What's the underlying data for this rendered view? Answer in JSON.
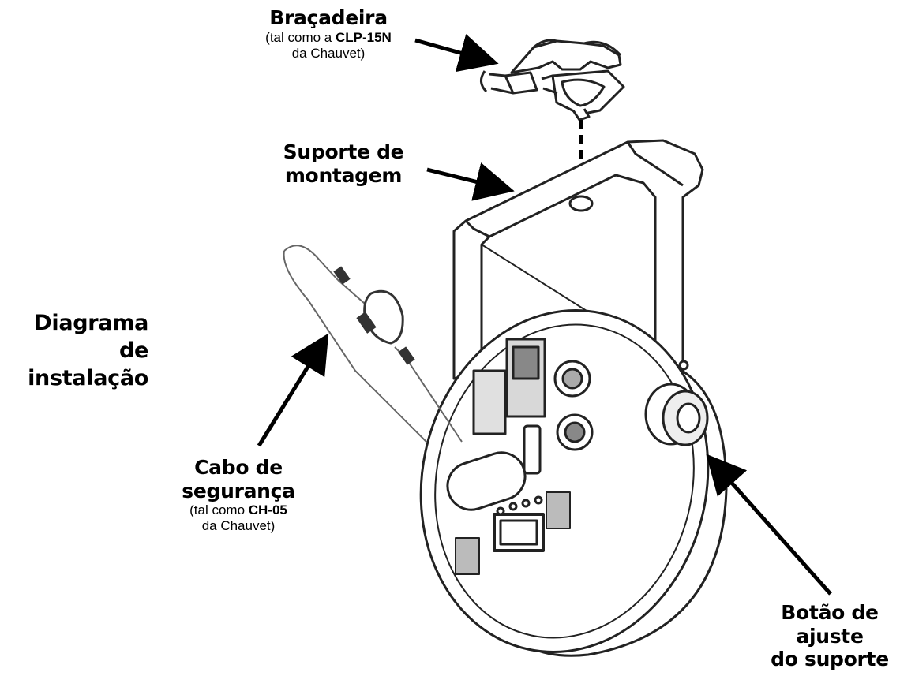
{
  "labels": {
    "clamp": {
      "title": "Braçadeira",
      "sub_prefix": "(tal como a ",
      "sub_code": "CLP-15N",
      "sub_suffix": "da Chauvet)"
    },
    "bracket": {
      "title": "Suporte de montagem"
    },
    "diagram_title": {
      "line1": "Diagrama de",
      "line2": "instalação"
    },
    "safety": {
      "line1": "Cabo de",
      "line2": "segurança",
      "sub_prefix": "(tal como ",
      "sub_code": "CH-05",
      "sub_suffix": "da Chauvet)"
    },
    "knob": {
      "line1": "Botão de ajuste",
      "line2": "do suporte"
    }
  },
  "colors": {
    "line": "#000000",
    "gray": "#8a8a8a",
    "background": "#ffffff"
  }
}
